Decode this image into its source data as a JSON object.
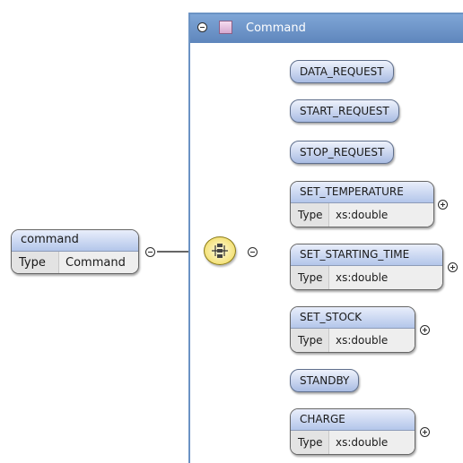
{
  "complex_type": {
    "title": "Command"
  },
  "root": {
    "name": "command",
    "type_label": "Type",
    "type_value": "Command"
  },
  "elements": [
    {
      "name": "DATA_REQUEST"
    },
    {
      "name": "START_REQUEST"
    },
    {
      "name": "STOP_REQUEST"
    },
    {
      "name": "SET_TEMPERATURE",
      "type_label": "Type",
      "type_value": "xs:double"
    },
    {
      "name": "SET_STARTING_TIME",
      "type_label": "Type",
      "type_value": "xs:double"
    },
    {
      "name": "SET_STOCK",
      "type_label": "Type",
      "type_value": "xs:double"
    },
    {
      "name": "STANDBY"
    },
    {
      "name": "CHARGE",
      "type_label": "Type",
      "type_value": "xs:double"
    }
  ]
}
